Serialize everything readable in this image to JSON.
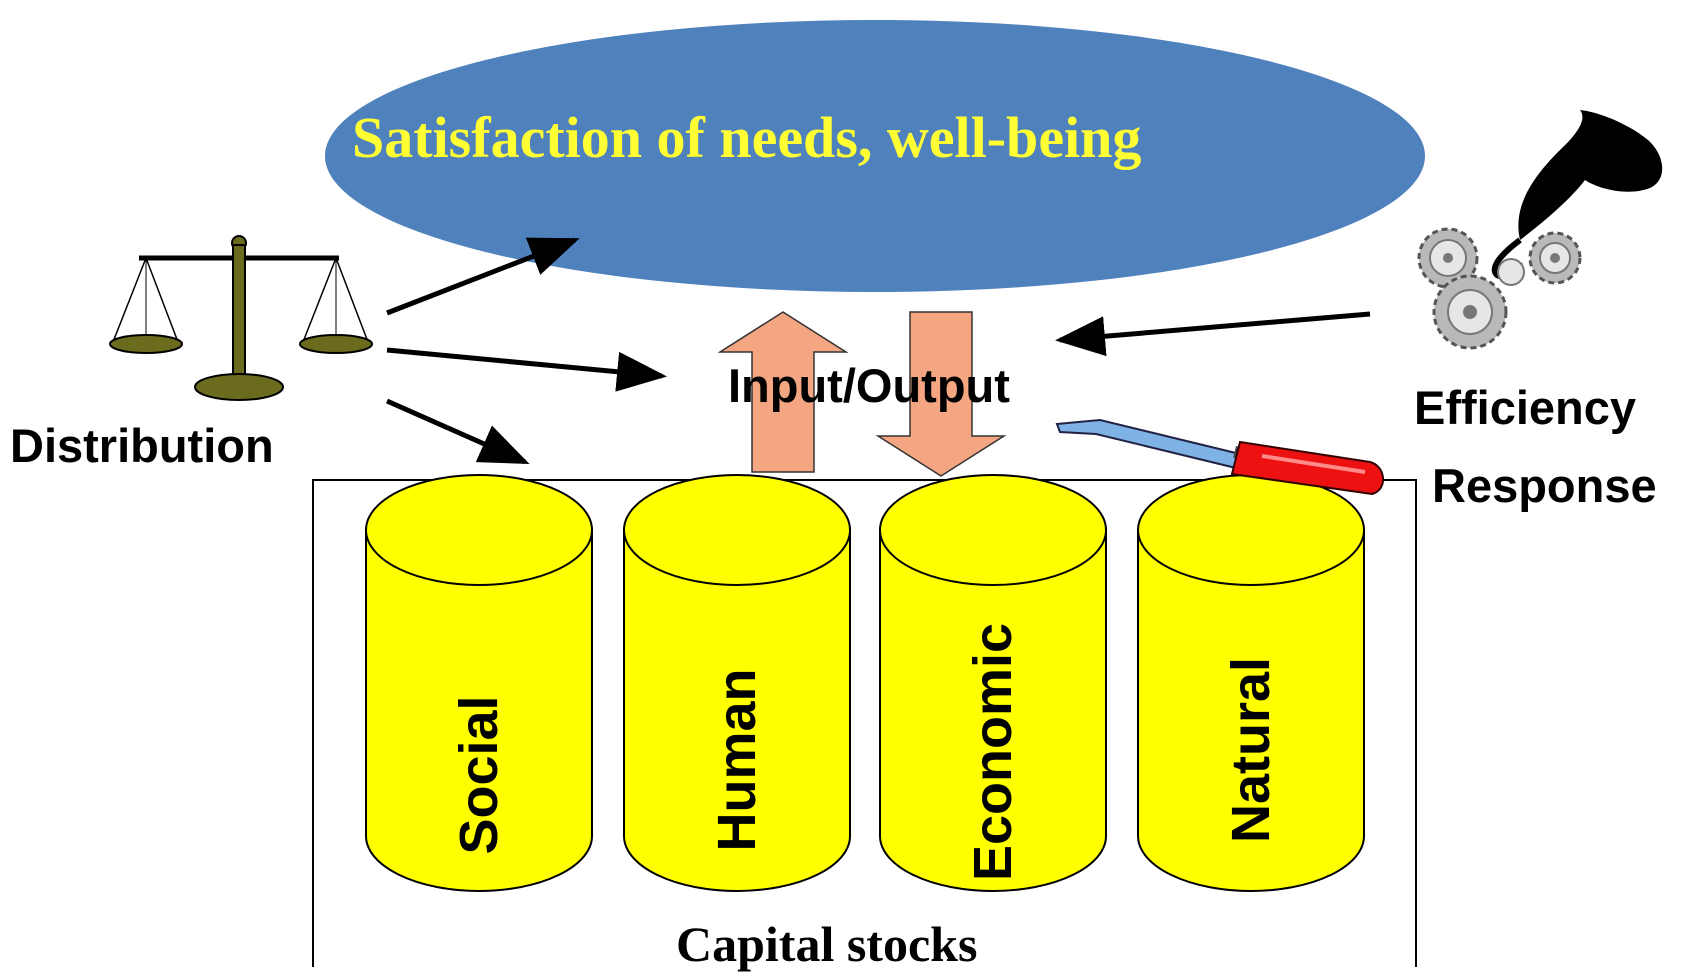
{
  "title": "Satisfaction of needs, well-being",
  "labels": {
    "distribution": "Distribution",
    "input_output": "Input/Output",
    "efficiency": "Efficiency",
    "response": "Response",
    "capital_stocks": "Capital stocks"
  },
  "capital_types": [
    "Social",
    "Human",
    "Economic",
    "Natural"
  ],
  "icons": {
    "distribution": "balance-scale-icon",
    "efficiency": "gears-icon",
    "response": "screwdriver-icon"
  },
  "colors": {
    "ellipse": "#4f81bd",
    "title_text": "#ffff33",
    "cylinder": "#ffff00",
    "io_arrows": "#f4a582",
    "screwdriver_handle": "#ee1111"
  }
}
